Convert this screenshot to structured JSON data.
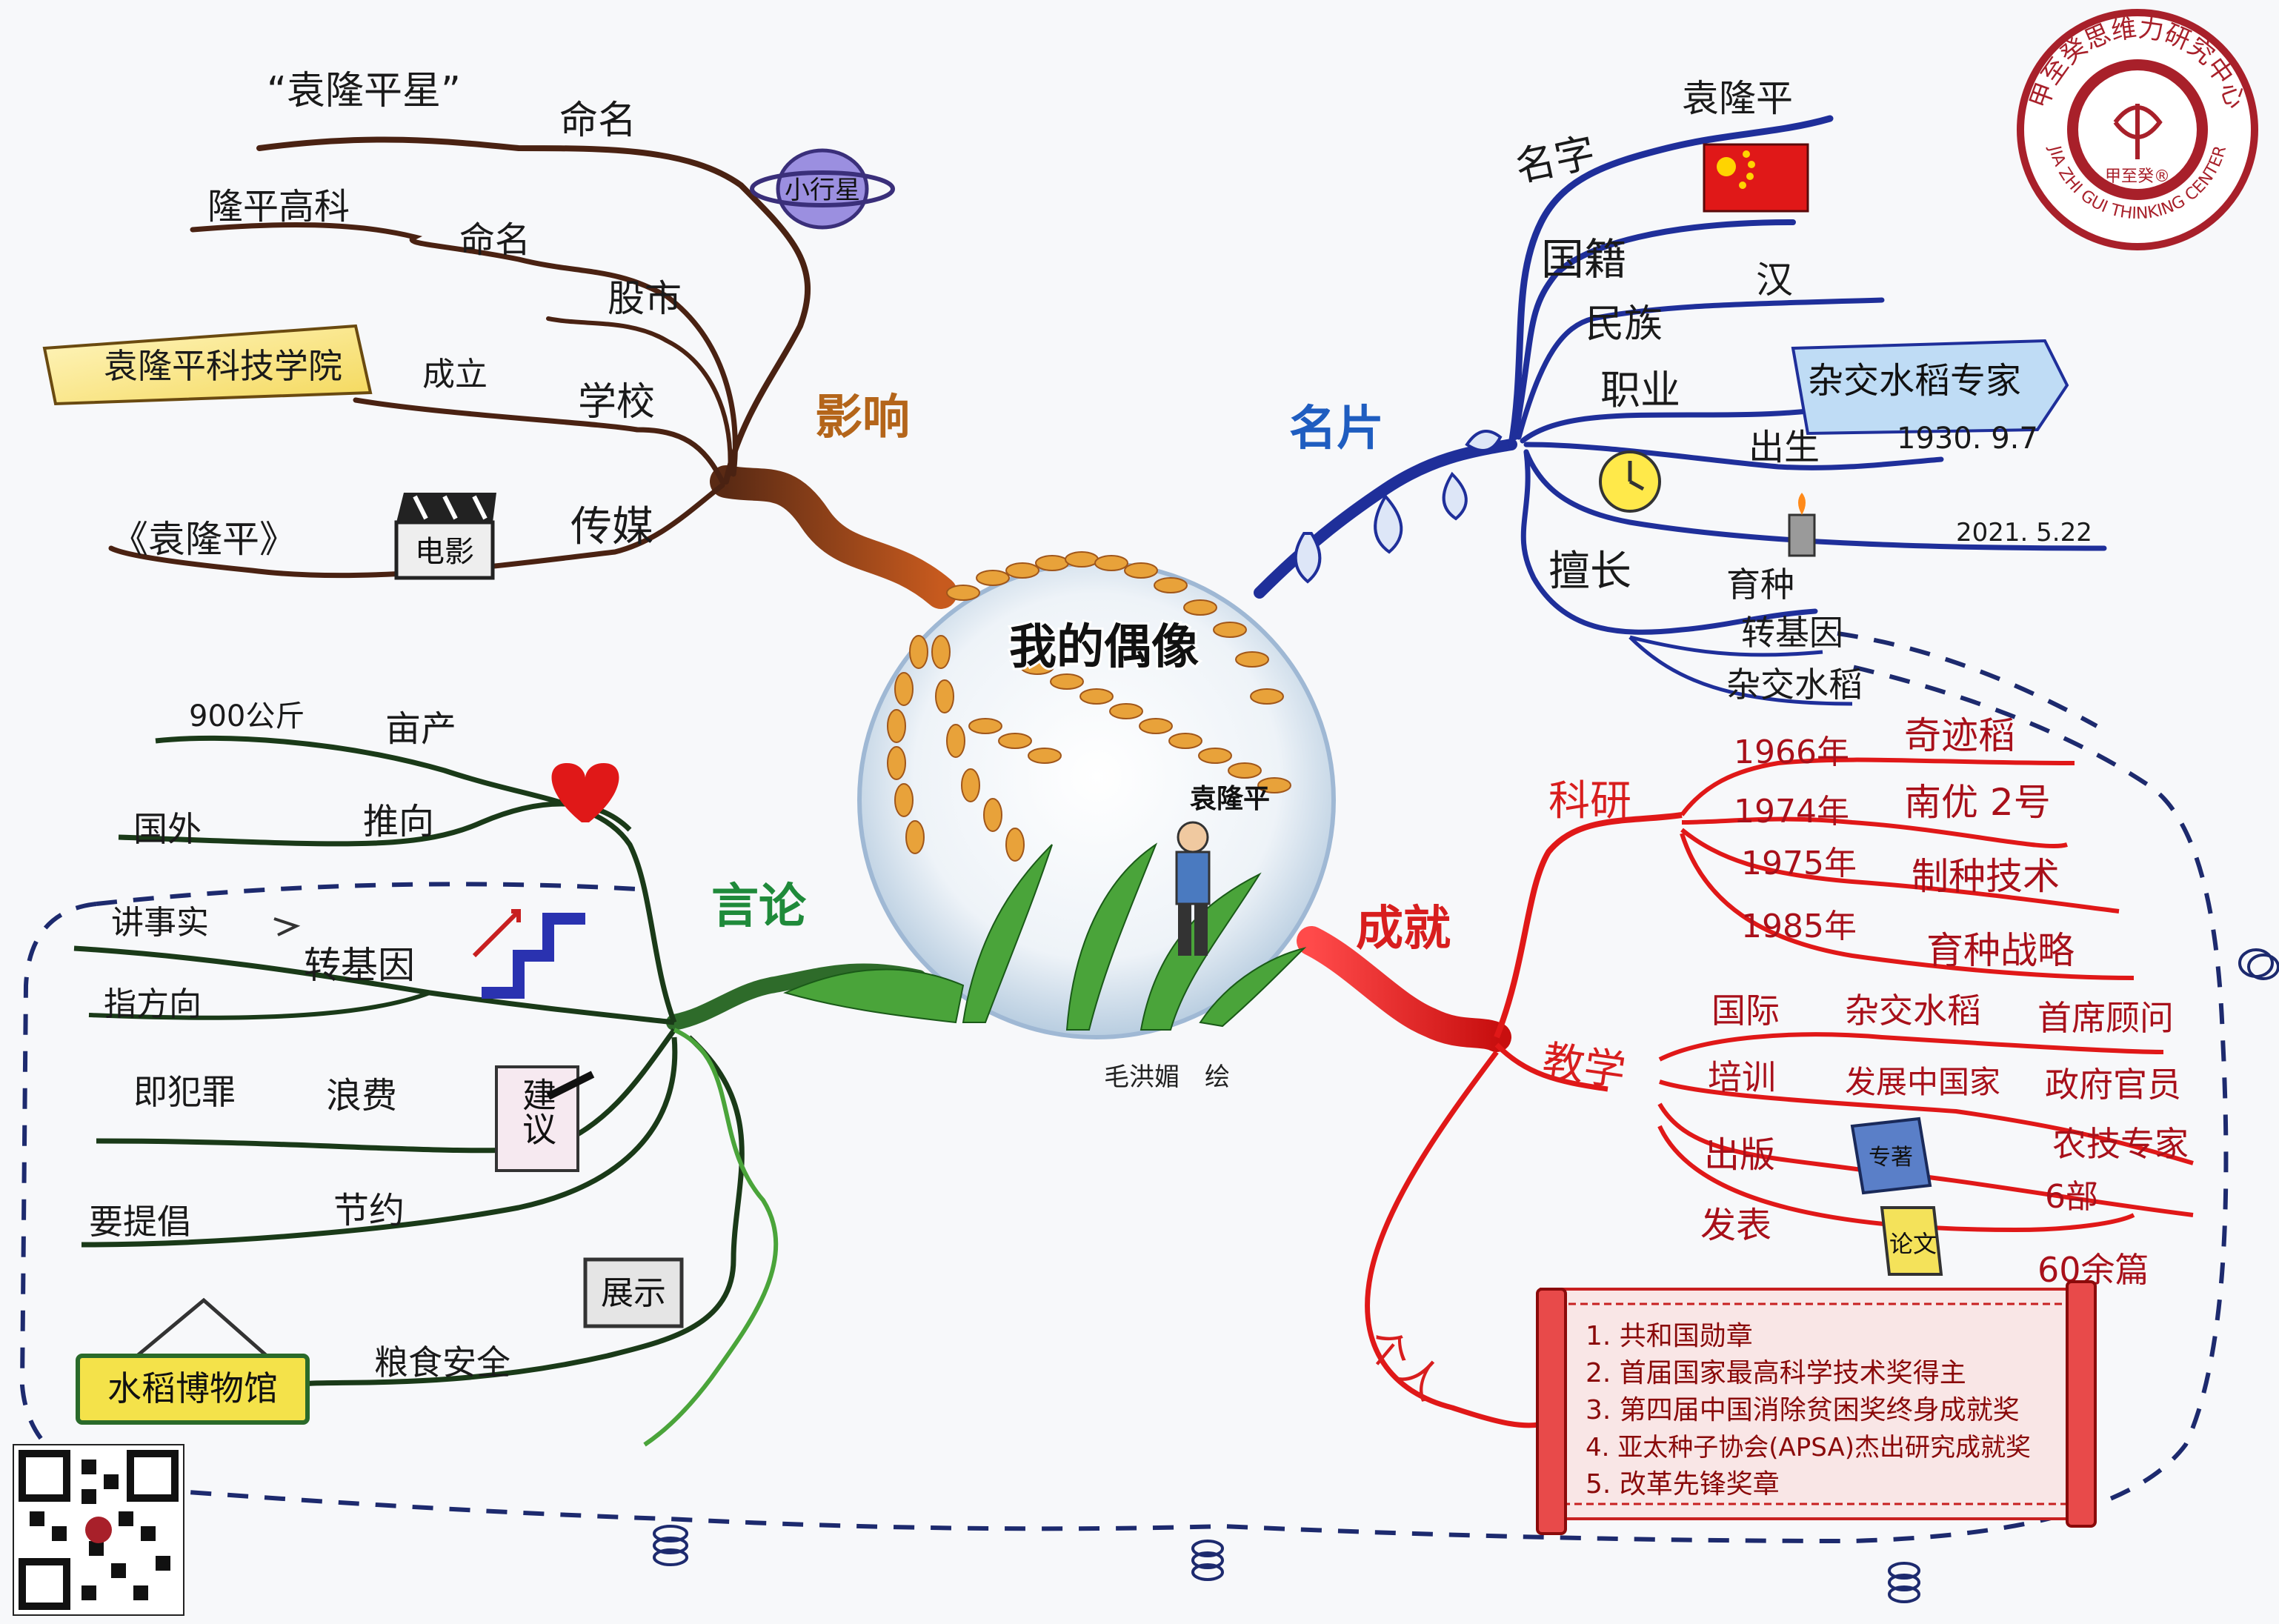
{
  "center": {
    "title": "我的偶像",
    "person_label": "袁隆平",
    "artist": "毛洪媚　绘"
  },
  "logo": {
    "name_cn": "甲至癸思维力研究中心",
    "name_en": "JIA ZHI GUI THINKING CENTER",
    "mark": "甲至癸®"
  },
  "branches": {
    "influence": {
      "title": "影响",
      "color": "#7a3a1e",
      "items": [
        {
          "label": "命名",
          "detail": "“袁隆平星”",
          "icon": "planet-icon",
          "icon_text": "小行星"
        },
        {
          "label": "命名",
          "detail": "隆平高科"
        },
        {
          "label": "股市"
        },
        {
          "label": "学校",
          "detail_verb": "成立",
          "detail": "袁隆平科技学院"
        },
        {
          "label": "传媒",
          "icon": "film-clapper-icon",
          "icon_text": "电影",
          "detail": "《袁隆平》"
        }
      ]
    },
    "card": {
      "title": "名片",
      "color": "#1f2f9a",
      "items": [
        {
          "label": "名字",
          "value": "袁隆平"
        },
        {
          "label": "国籍",
          "icon": "china-flag-icon"
        },
        {
          "label": "民族",
          "value": "汉"
        },
        {
          "label": "职业",
          "value": "杂交水稻专家"
        },
        {
          "label": "出生",
          "value": "1930. 9.7",
          "icon": "clock-icon"
        },
        {
          "value": "2021. 5.22",
          "icon": "candle-icon"
        },
        {
          "label": "擅长",
          "values": [
            "育种",
            "转基因",
            "杂交水稻"
          ]
        }
      ]
    },
    "speech": {
      "title": "言论",
      "color": "#2e6b2a",
      "items": [
        {
          "label": "亩产",
          "value": "900公斤"
        },
        {
          "label": "推向",
          "value": "国外"
        },
        {
          "label": "转基因",
          "values": [
            "讲事实",
            "指方向"
          ],
          "icon": "stairs-icon"
        },
        {
          "label": "浪费",
          "value": "即犯罪",
          "icon": "suggestion-note-icon",
          "icon_text": "建议"
        },
        {
          "label": "节约",
          "value": "要提倡"
        },
        {
          "label": "粮食安全",
          "value": "水稻博物馆",
          "icon": "display-icon",
          "icon_text": "展示"
        }
      ]
    },
    "achievements": {
      "title": "成就",
      "color": "#d81e1e",
      "research": {
        "label": "科研",
        "items": [
          {
            "year": "1966年",
            "value": "奇迹稻"
          },
          {
            "year": "1974年",
            "value": "南优 2号"
          },
          {
            "year": "1975年",
            "value": "制种技术"
          },
          {
            "year": "1985年",
            "value": "育种战略"
          }
        ]
      },
      "teaching": {
        "label": "教学",
        "items": [
          {
            "label": "国际",
            "mid": "杂交水稻",
            "value": "首席顾问"
          },
          {
            "label": "培训",
            "mid": "发展中国家",
            "values": [
              "政府官员",
              "农技专家"
            ]
          },
          {
            "label": "出版",
            "icon": "book-icon",
            "value": "6部"
          },
          {
            "label": "发表",
            "icon": "paper-icon",
            "icon_text": "论文",
            "value": "60余篇"
          }
        ]
      },
      "personal": {
        "label": "个人",
        "honors": [
          "1. 共和国勋章",
          "2. 首届国家最高科学技术奖得主",
          "3. 第四届中国消除贫困奖终身成就奖",
          "4. 亚太种子协会(APSA)杰出研究成就奖",
          "5. 改革先锋奖章"
        ]
      }
    }
  },
  "colors": {
    "influence": "#7a3a1e",
    "card": "#1f2f9a",
    "speech": "#2e6b2a",
    "achievements": "#d81e1e",
    "rice": "#e8a23a"
  }
}
